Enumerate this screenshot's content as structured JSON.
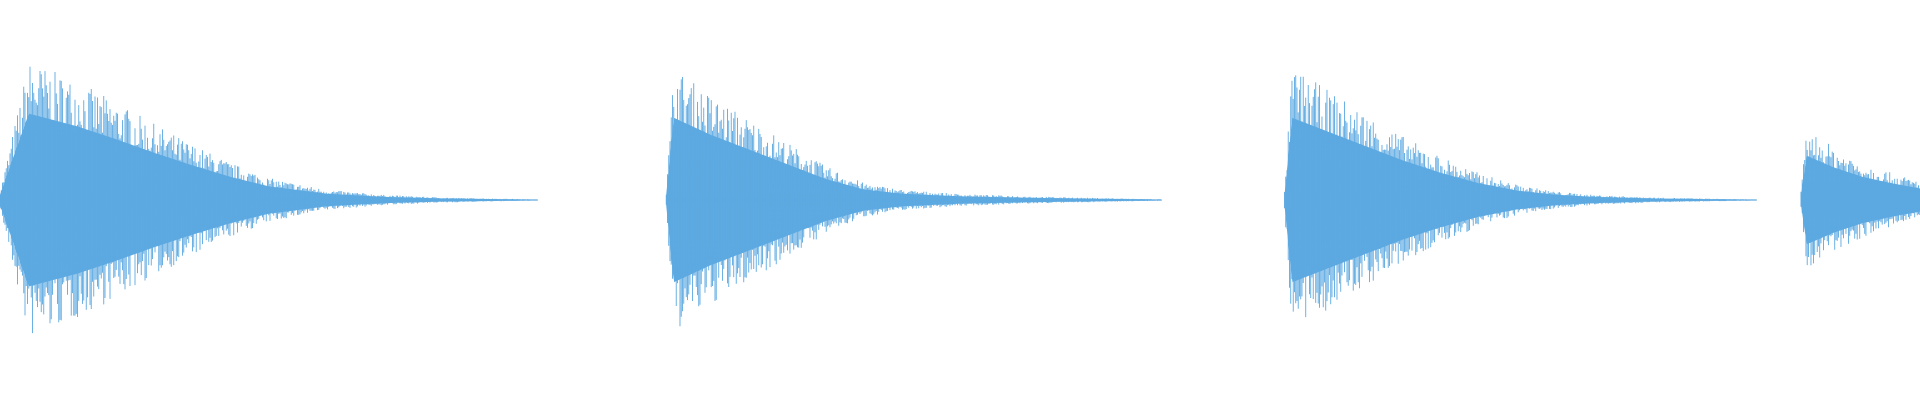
{
  "chart_data": {
    "type": "area",
    "title": "",
    "xlabel": "",
    "ylabel": "",
    "xlim": [
      0,
      1.0
    ],
    "ylim": [
      -1,
      1
    ],
    "grid": false,
    "legend": "none",
    "color": "#5DA9E1",
    "background": "#FFFFFF",
    "series": [
      {
        "x": [
          0.0,
          0.015,
          0.04,
          0.06,
          0.08,
          0.1,
          0.12,
          0.14,
          0.17,
          0.2,
          0.23,
          0.26,
          0.28
        ],
        "envelope": [
          0.05,
          0.82,
          0.7,
          0.58,
          0.45,
          0.33,
          0.22,
          0.13,
          0.06,
          0.03,
          0.015,
          0.008,
          0.003
        ]
      },
      {
        "x": [
          0.347,
          0.351,
          0.37,
          0.39,
          0.41,
          0.43,
          0.45,
          0.47,
          0.5,
          0.54,
          0.58,
          0.605
        ],
        "envelope": [
          0.05,
          0.78,
          0.62,
          0.48,
          0.34,
          0.2,
          0.1,
          0.06,
          0.035,
          0.02,
          0.01,
          0.004
        ]
      },
      {
        "x": [
          0.669,
          0.673,
          0.69,
          0.71,
          0.73,
          0.75,
          0.77,
          0.79,
          0.81,
          0.83,
          0.86,
          0.89,
          0.915
        ],
        "envelope": [
          0.05,
          0.78,
          0.66,
          0.52,
          0.38,
          0.26,
          0.16,
          0.09,
          0.05,
          0.03,
          0.015,
          0.008,
          0.003
        ]
      },
      {
        "x": [
          0.938,
          0.941,
          0.955,
          0.97,
          0.985,
          1.0
        ],
        "envelope": [
          0.05,
          0.42,
          0.31,
          0.22,
          0.16,
          0.11
        ]
      }
    ]
  }
}
